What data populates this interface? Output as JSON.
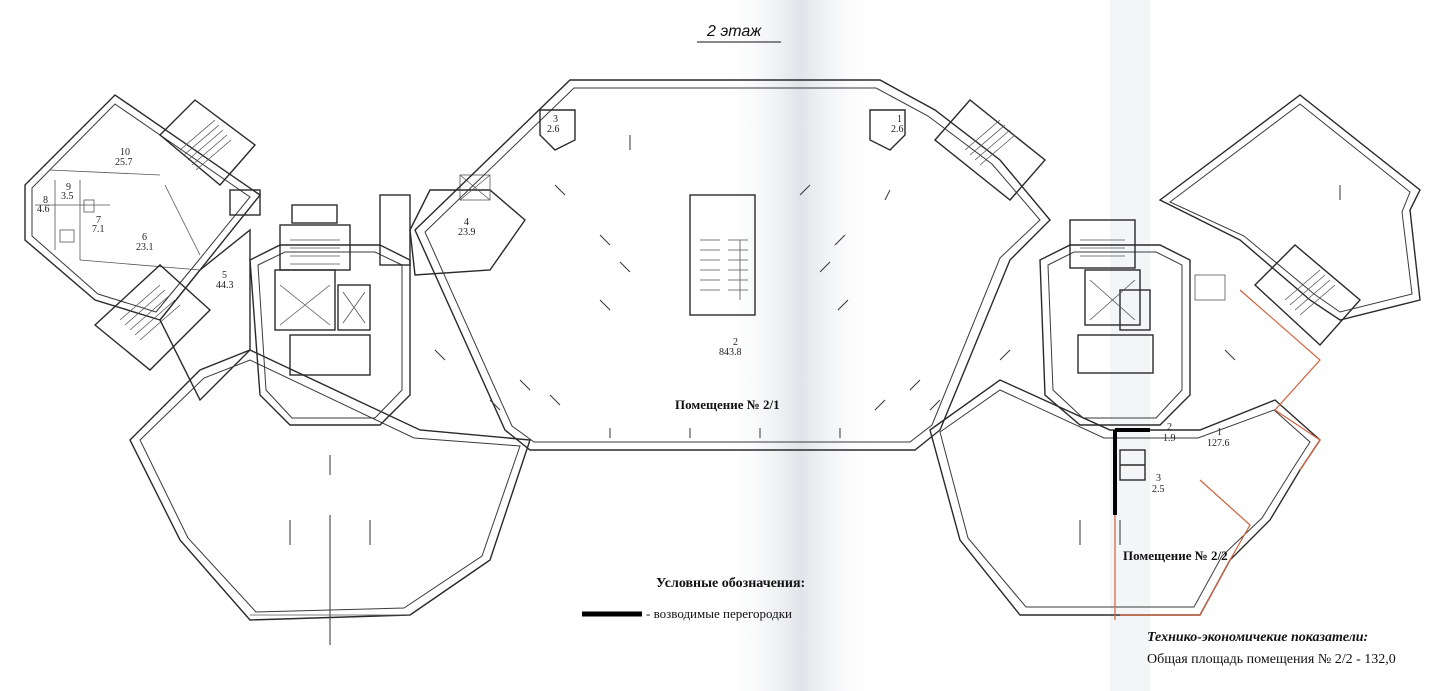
{
  "title": "2 этаж",
  "rooms_left": [
    {
      "num": "10",
      "area": "25.7"
    },
    {
      "num": "9",
      "area": "3.5"
    },
    {
      "num": "8",
      "area": "4.6"
    },
    {
      "num": "7",
      "area": "7.1"
    },
    {
      "num": "6",
      "area": "23.1"
    },
    {
      "num": "5",
      "area": "44.3"
    },
    {
      "num": "4",
      "area": "23.9"
    },
    {
      "num": "3",
      "area": "2.6"
    },
    {
      "num": "2",
      "area": "843.8"
    },
    {
      "num": "1",
      "area": "2.6"
    }
  ],
  "rooms_right": [
    {
      "num": "1",
      "area": "127.6"
    },
    {
      "num": "2",
      "area": "1.9"
    },
    {
      "num": "3",
      "area": "2.5"
    }
  ],
  "premises_1": "Помещение № 2/1",
  "premises_2": "Помещение № 2/2",
  "legend": {
    "title": "Условные обозначения:",
    "item": "- возводимые перегородки"
  },
  "tech": {
    "title": "Технико-экономичекие показатели:",
    "line": "Общая площадь помещения  № 2/2 - 132,0"
  },
  "colors": {
    "wall": "#2a2a2a",
    "new_partition": "#000000",
    "highlight": "#d2603a"
  }
}
